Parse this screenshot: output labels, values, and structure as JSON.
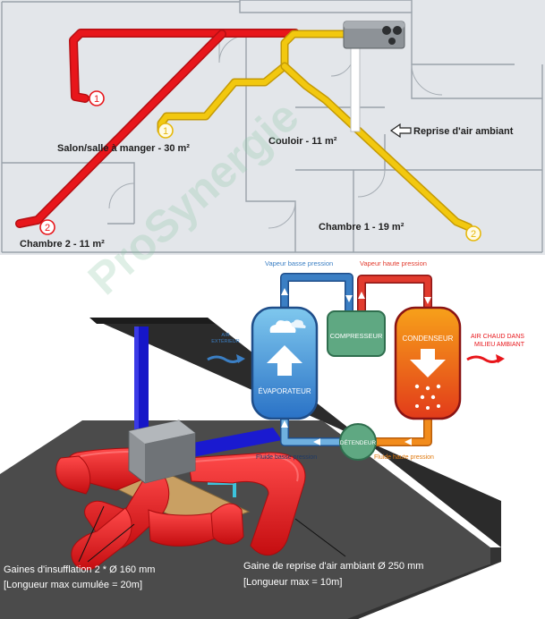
{
  "floorplan": {
    "rooms": {
      "salon": "Salon/salle à manger - 30 m²",
      "couloir": "Couloir - 11 m²",
      "chambre1": "Chambre 1 - 19 m²",
      "chambre2": "Chambre 2 - 11 m²"
    },
    "reprise_label": "Reprise d'air ambiant",
    "outlet_markers": [
      "1",
      "1",
      "2",
      "2"
    ]
  },
  "heat_pump": {
    "vapeur_basse": "Vapeur basse pression",
    "vapeur_haute": "Vapeur haute pression",
    "compresseur": "COMPRESSEUR",
    "condenseur": "CONDENSEUR",
    "evaporateur": "ÉVAPORATEUR",
    "detendeur": "DÉTENDEUR",
    "air_exterieur_line1": "AIR",
    "air_exterieur_line2": "EXTÉRIEUR",
    "air_chaud_line1": "AIR CHAUD DANS",
    "air_chaud_line2": "MILIEU AMBIANT",
    "fluide_basse": "Fluide basse pression",
    "fluide_haute": "Fluide haute pression"
  },
  "ducts": {
    "insufflation_line1": "Gaines d'insufflation 2 * Ø 160 mm",
    "insufflation_line2": "[Longueur max cumulée = 20m]",
    "reprise_line1": "Gaine de reprise d'air ambiant Ø 250 mm",
    "reprise_line2": "[Longueur max = 10m]"
  },
  "watermark": "ProSynergie",
  "colors": {
    "supply_duct": "#e8161b",
    "extract_duct": "#f2c80f",
    "cold_circuit": "#3b7fc4",
    "hot_circuit": "#e23b2e",
    "compressor": "#5fa882",
    "floor": "#4b4b4b"
  }
}
